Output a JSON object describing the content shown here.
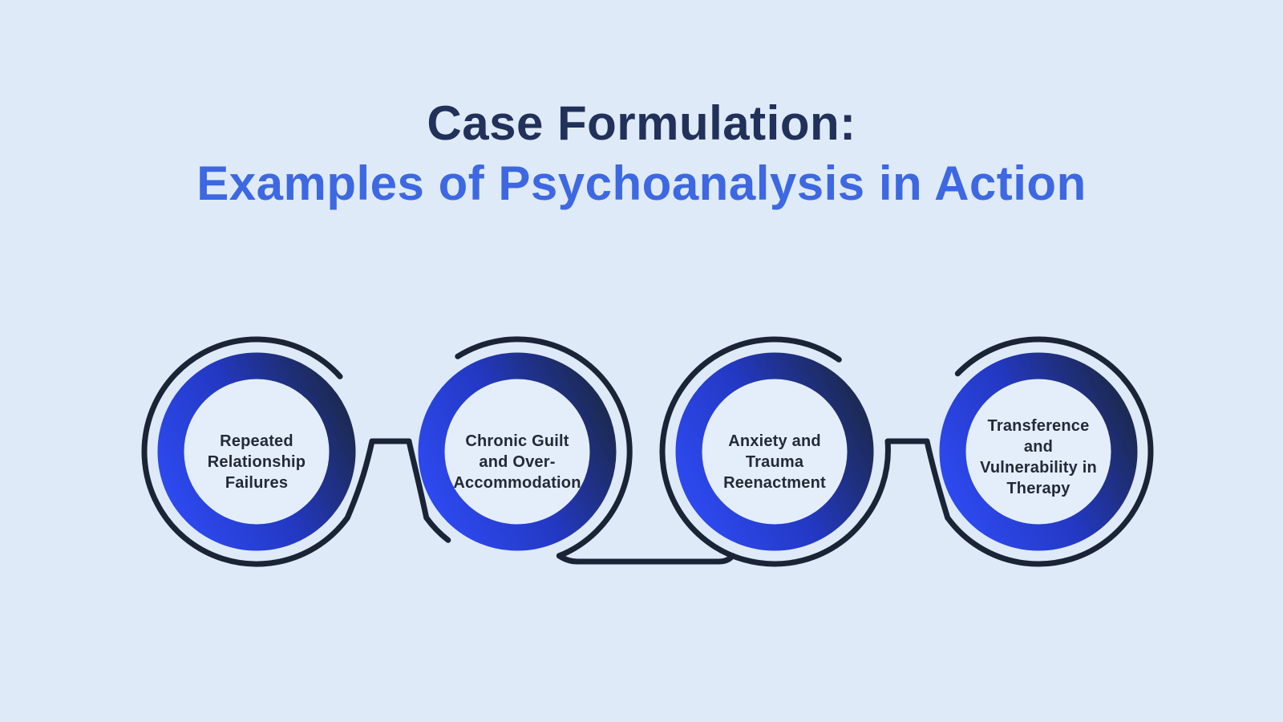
{
  "title": {
    "line1": "Case Formulation:",
    "line2": "Examples of Psychoanalysis in Action"
  },
  "circles": [
    {
      "label": "Repeated Relationship Failures",
      "lines": [
        "Repeated",
        "Relationship",
        "Failures"
      ]
    },
    {
      "label": "Chronic Guilt and Over-Accommodation",
      "lines": [
        "Chronic Guilt",
        "and Over-",
        "Accommodation"
      ]
    },
    {
      "label": "Anxiety and Trauma Reenactment",
      "lines": [
        "Anxiety and",
        "Trauma",
        "Reenactment"
      ]
    },
    {
      "label": "Transference and Vulnerability in Therapy",
      "lines": [
        "Transference",
        "and",
        "Vulnerability in",
        "Therapy"
      ]
    }
  ],
  "colors": {
    "background": "#dfeaf8",
    "title_primary": "#22315a",
    "title_accent": "#3d68e2",
    "ring_gradient_start": "#2d49ee",
    "ring_gradient_mid": "#2338c2",
    "ring_gradient_end": "#1c2a55",
    "outline": "#1b2436",
    "inner_fill": "#e4eefb",
    "label_text": "#232a36"
  }
}
